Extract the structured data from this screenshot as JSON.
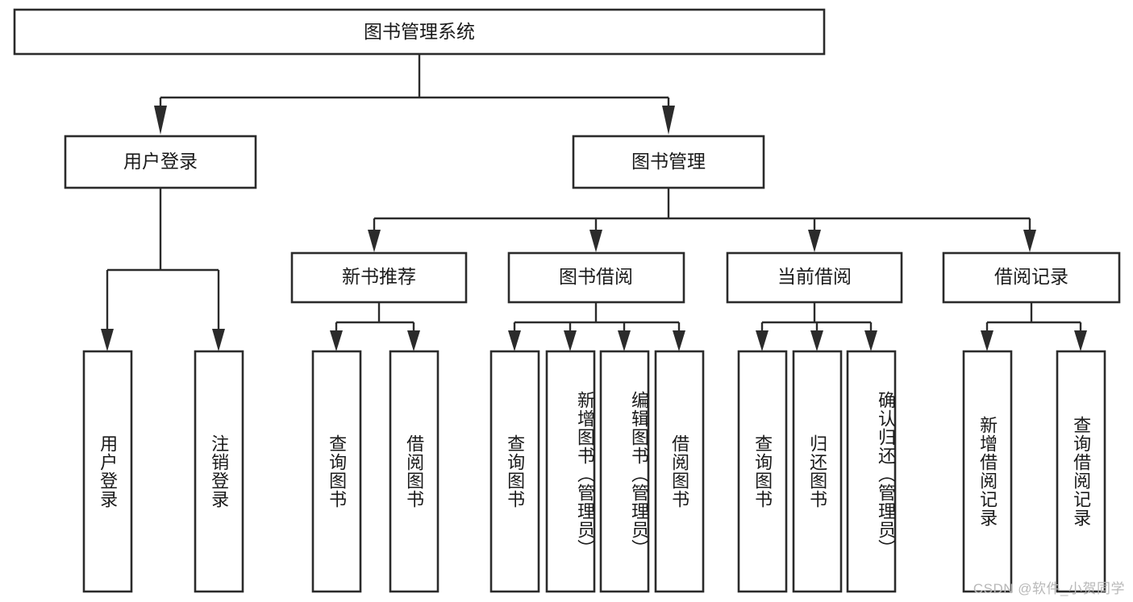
{
  "diagram": {
    "type": "hierarchy-tree",
    "title": "图书管理系统",
    "watermark": "CSDN @软件_小贺同学",
    "colors": {
      "box_stroke": "#2b2b2b",
      "box_fill": "#ffffff",
      "text": "#1a1a1a",
      "background": "#ffffff",
      "watermark": "#b8b8b8"
    },
    "levels": {
      "root": {
        "label": "图书管理系统"
      },
      "level2": [
        {
          "label": "用户登录"
        },
        {
          "label": "图书管理"
        }
      ],
      "level3": [
        {
          "label": "新书推荐"
        },
        {
          "label": "图书借阅"
        },
        {
          "label": "当前借阅"
        },
        {
          "label": "借阅记录"
        }
      ],
      "leaves": {
        "user_login": [
          {
            "label": "用户登录"
          },
          {
            "label": "注销登录"
          }
        ],
        "new_book_recommend": [
          {
            "label": "查询图书"
          },
          {
            "label": "借阅图书"
          }
        ],
        "book_borrow": [
          {
            "label": "查询图书"
          },
          {
            "label": "新增图书（管理员）"
          },
          {
            "label": "编辑图书（管理员）"
          },
          {
            "label": "借阅图书"
          }
        ],
        "current_borrow": [
          {
            "label": "查询图书"
          },
          {
            "label": "归还图书"
          },
          {
            "label": "确认归还（管理员）"
          }
        ],
        "borrow_record": [
          {
            "label": "新增借阅记录"
          },
          {
            "label": "查询借阅记录"
          }
        ]
      }
    }
  }
}
